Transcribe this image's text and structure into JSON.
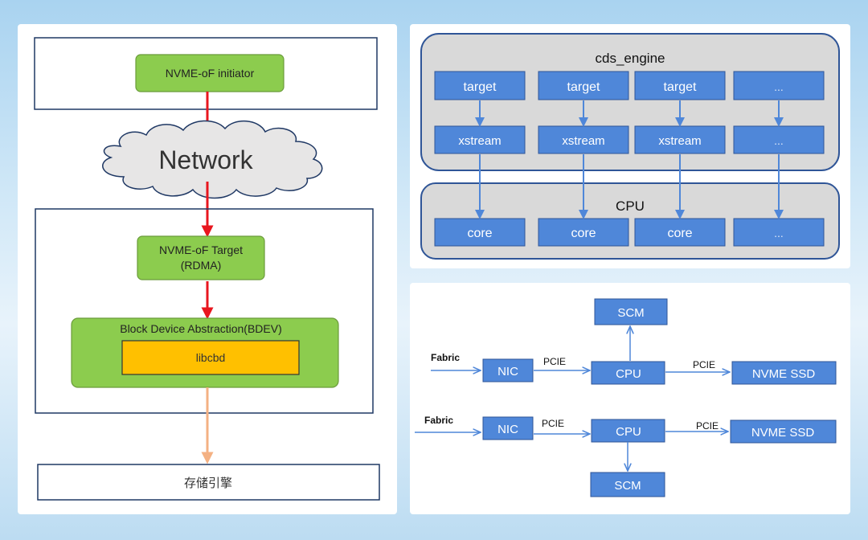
{
  "left": {
    "initiator": "NVME-oF initiator",
    "network": "Network",
    "target_line1": "NVME-oF Target",
    "target_line2": "(RDMA)",
    "bdev": "Block Device Abstraction(BDEV)",
    "libcbd": "libcbd",
    "storage": "存储引擎"
  },
  "engine": {
    "title": "cds_engine",
    "cpu_title": "CPU",
    "targets": [
      "target",
      "target",
      "target",
      "..."
    ],
    "xstreams": [
      "xstream",
      "xstream",
      "xstream",
      "..."
    ],
    "cores": [
      "core",
      "core",
      "core",
      "..."
    ]
  },
  "network_diagram": {
    "row1": {
      "fabric": "Fabric",
      "nic": "NIC",
      "pcie1": "PCIE",
      "cpu": "CPU",
      "pcie2": "PCIE",
      "ssd": "NVME SSD",
      "scm": "SCM"
    },
    "row2": {
      "fabric": "Fabric",
      "nic": "NIC",
      "pcie1": "PCIE",
      "cpu": "CPU",
      "pcie2": "PCIE",
      "ssd": "NVME SSD",
      "scm": "SCM"
    }
  },
  "colors": {
    "green": "#8ccc4e",
    "orange": "#ffc000",
    "blue": "#4f87d9",
    "red_arrow": "#e8161e",
    "peach_arrow": "#f4b183",
    "gray_panel": "#d9d9d9"
  }
}
